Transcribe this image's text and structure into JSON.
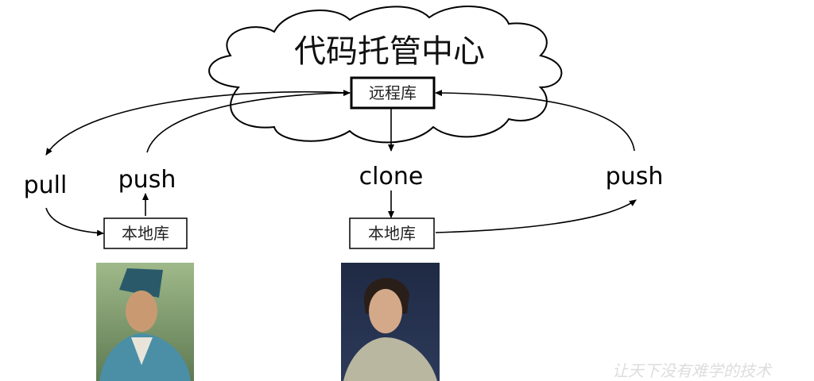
{
  "cloud": {
    "title": "代码托管中心",
    "remote_repo": "远程库"
  },
  "left": {
    "pull_label": "pull",
    "push_label": "push",
    "local_repo": "本地库"
  },
  "right": {
    "clone_label": "clone",
    "push_label": "push",
    "local_repo": "本地库"
  },
  "watermark": "让天下没有难学的技术"
}
